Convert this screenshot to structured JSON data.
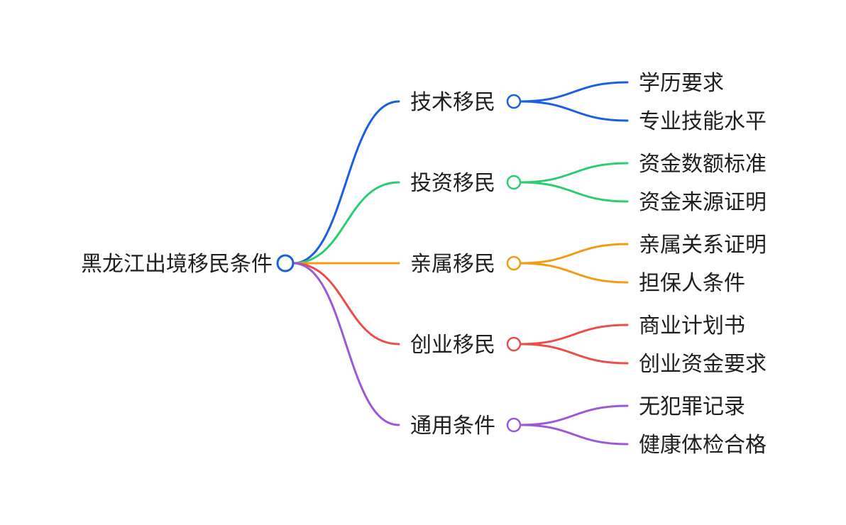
{
  "mindmap": {
    "root": {
      "label": "黑龙江出境移民条件",
      "color": "#1a5fe0"
    },
    "branches": [
      {
        "label": "技术移民",
        "color": "#1a5fe0",
        "children": [
          "学历要求",
          "专业技能水平"
        ]
      },
      {
        "label": "投资移民",
        "color": "#2ecc71",
        "children": [
          "资金数额标准",
          "资金来源证明"
        ]
      },
      {
        "label": "亲属移民",
        "color": "#f39c12",
        "children": [
          "亲属关系证明",
          "担保人条件"
        ]
      },
      {
        "label": "创业移民",
        "color": "#eb4d4b",
        "children": [
          "商业计划书",
          "创业资金要求"
        ]
      },
      {
        "label": "通用条件",
        "color": "#9b59d6",
        "children": [
          "无犯罪记录",
          "健康体检合格"
        ]
      }
    ]
  }
}
